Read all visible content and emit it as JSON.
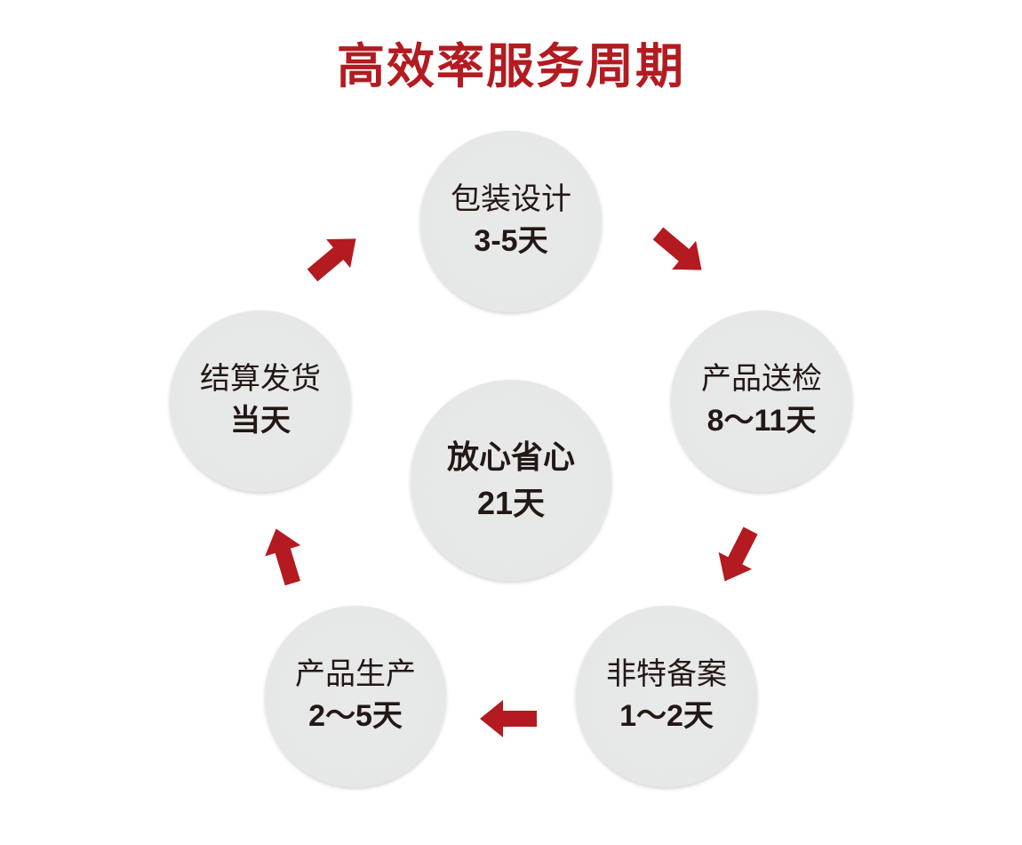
{
  "title": "高效率服务周期",
  "accent_color": "#b31b21",
  "steps": [
    {
      "name": "包装设计",
      "duration": "3-5天"
    },
    {
      "name": "产品送检",
      "duration": "8～11天"
    },
    {
      "name": "非特备案",
      "duration": "1～2天"
    },
    {
      "name": "产品生产",
      "duration": "2～5天"
    },
    {
      "name": "结算发货",
      "duration": "当天"
    }
  ],
  "center": {
    "name": "放心省心",
    "duration": "21天"
  }
}
